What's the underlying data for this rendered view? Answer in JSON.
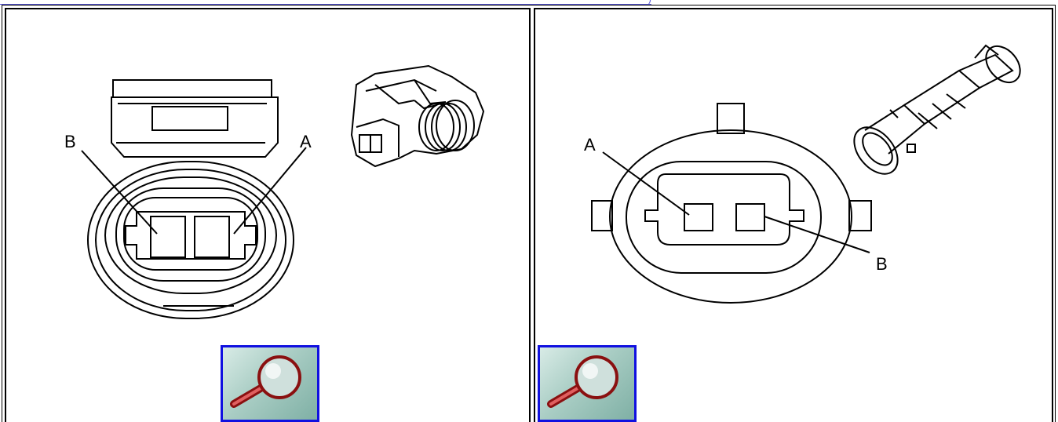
{
  "connectors": [
    {
      "id": "left",
      "terminal_labels": [
        "B",
        "A"
      ],
      "zoom_icon": "magnifier-icon"
    },
    {
      "id": "right",
      "terminal_labels": [
        "A",
        "B"
      ],
      "zoom_icon": "magnifier-icon"
    }
  ],
  "colors": {
    "zoom_border": "#1010e0",
    "zoom_fill": "#a9cdc4",
    "magnifier_handle": "#c81e1e",
    "link": "#5a5ad8"
  }
}
